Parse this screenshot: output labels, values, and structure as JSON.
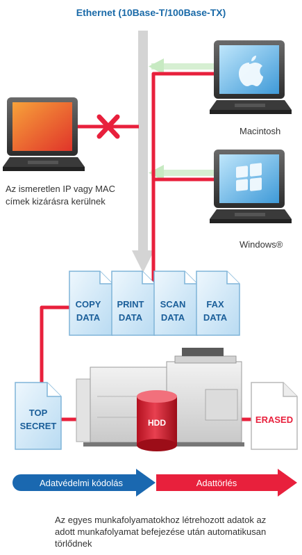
{
  "title": "Ethernet (10Base-T/100Base-TX)",
  "computers": {
    "unknown_caption": "Az ismeretlen IP vagy MAC címek kizárásra kerülnek",
    "mac_label": "Macintosh",
    "win_label": "Windows®"
  },
  "documents": [
    {
      "line1": "COPY",
      "line2": "DATA"
    },
    {
      "line1": "PRINT",
      "line2": "DATA"
    },
    {
      "line1": "SCAN",
      "line2": "DATA"
    },
    {
      "line1": "FAX",
      "line2": "DATA"
    }
  ],
  "top_secret": {
    "line1": "TOP",
    "line2": "SECRET"
  },
  "hdd_label": "HDD",
  "erased_label": "ERASED",
  "arrows": {
    "encrypt": "Adatvédelmi kódolás",
    "erase": "Adattörlés"
  },
  "bottom_text": "Az egyes munkafolyamatokhoz létrehozott adatok az adott munkafolyamat befejezése után automatikusan törlődnek",
  "colors": {
    "ethernet_title": "#1a6aa8",
    "red_line": "#e8203c",
    "doc_fill": "#d6ebf7",
    "doc_text": "#1a5e99",
    "encrypt_arrow": "#1a68b0",
    "erase_arrow": "#e8203c"
  }
}
